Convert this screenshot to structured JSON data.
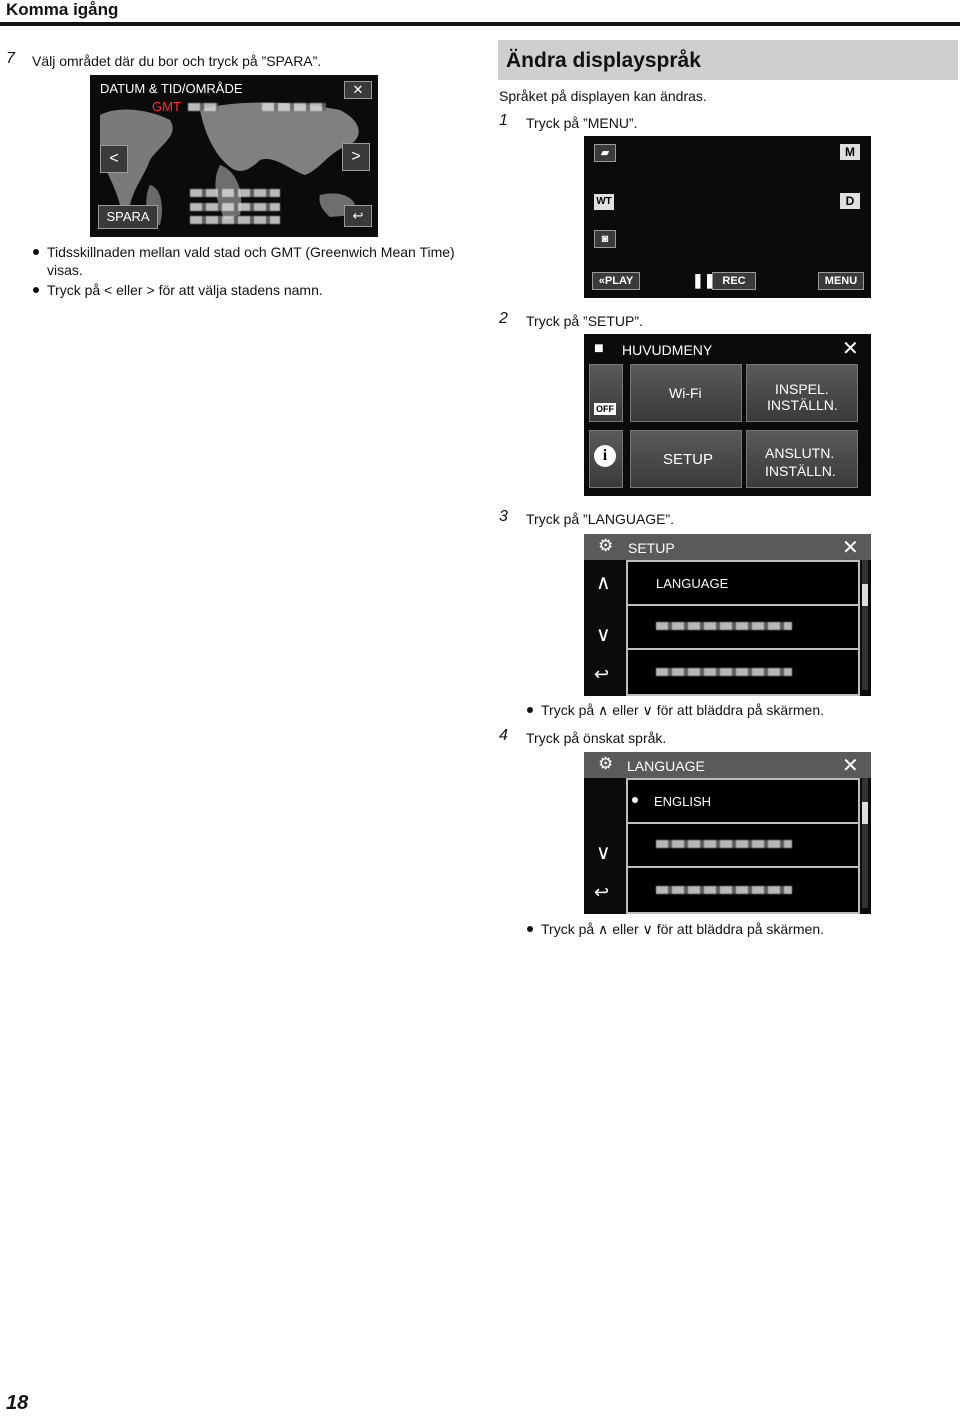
{
  "header": {
    "section": "Komma igång"
  },
  "left": {
    "step7_num": "7",
    "step7_text": "Välj området där du bor och tryck på ”SPARA”.",
    "screen": {
      "title": "DATUM & TID/OMRÅDE",
      "gmt": "GMT",
      "save": "SPARA"
    },
    "bullet1": "Tidsskillnaden mellan vald stad och GMT (Greenwich Mean Time) visas.",
    "bullet2_pre": "Tryck på",
    "bullet2_mid": "eller",
    "bullet2_post": "för att välja stadens namn."
  },
  "right": {
    "heading": "Ändra displayspråk",
    "intro": "Språket på displayen kan ändras.",
    "step1_num": "1",
    "step1_text": "Tryck på ”MENU”.",
    "screen1": {
      "m": "M",
      "wt": "WT",
      "d": "D",
      "play": "PLAY",
      "rec": "REC",
      "menu": "MENU"
    },
    "step2_num": "2",
    "step2_text": "Tryck på ”SETUP”.",
    "screen2": {
      "title": "HUVUDMENY",
      "off": "OFF",
      "wifi": "Wi-Fi",
      "inspel_1": "INSPEL.",
      "inspel_2": "INSTÄLLN.",
      "setup": "SETUP",
      "anslutn_1": "ANSLUTN.",
      "anslutn_2": "INSTÄLLN."
    },
    "step3_num": "3",
    "step3_text": "Tryck på ”LANGUAGE”.",
    "screen3": {
      "title": "SETUP",
      "item": "LANGUAGE"
    },
    "scroll_pre": "Tryck på",
    "scroll_mid": "eller",
    "scroll_post": "för att bläddra på skärmen.",
    "step4_num": "4",
    "step4_text": "Tryck på önskat språk.",
    "screen4": {
      "title": "LANGUAGE",
      "item": "ENGLISH"
    }
  },
  "footer": {
    "page": "18"
  }
}
